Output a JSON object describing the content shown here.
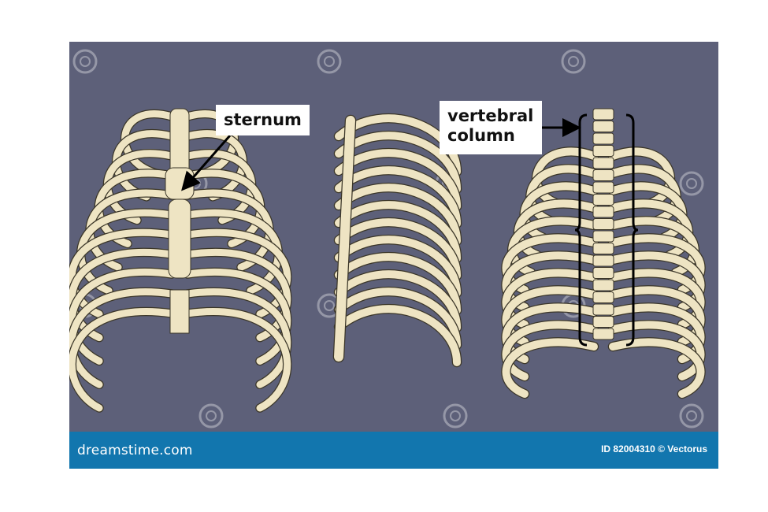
{
  "labels": {
    "sternum": "sternum",
    "vertebral_column_line1": "vertebral",
    "vertebral_column_line2": "column"
  },
  "footer": {
    "brand": "dreamstime.com",
    "credit": "ID 82004310 © Vectorus"
  },
  "watermark": "dreamstime",
  "colors": {
    "background": "#5d6079",
    "bone": "#eee4c3",
    "cartilage": "#c9bd9c",
    "outline": "#3b3628",
    "footer": "#1276ae"
  }
}
